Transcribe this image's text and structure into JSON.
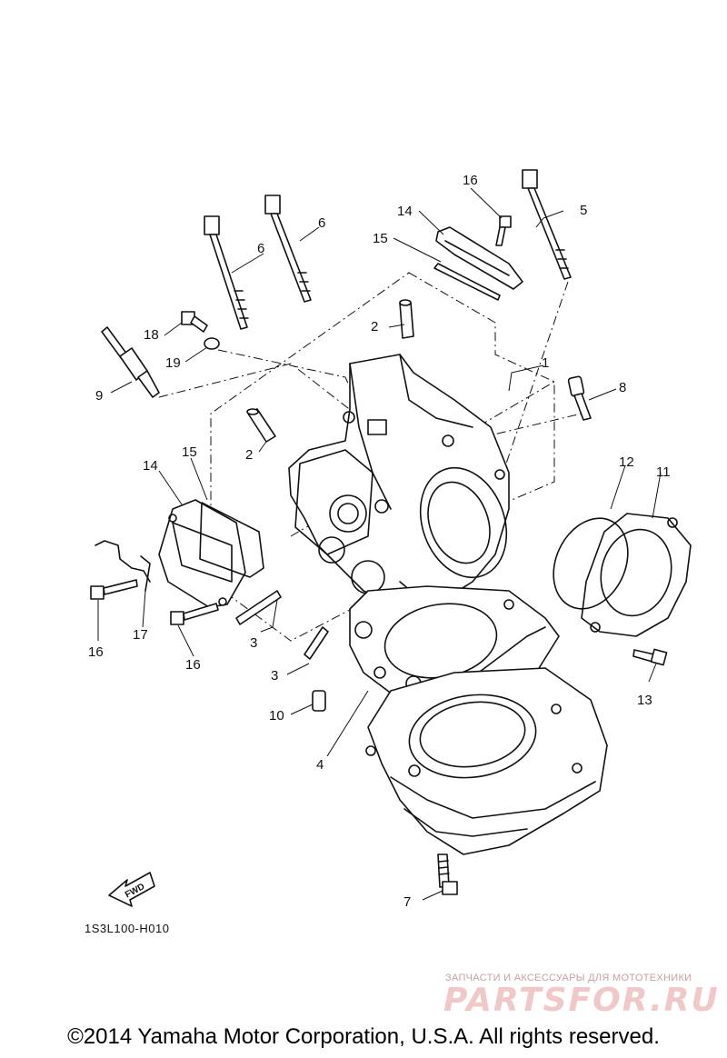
{
  "diagram": {
    "callouts": [
      {
        "id": "c1",
        "label": "1"
      },
      {
        "id": "c2a",
        "label": "2"
      },
      {
        "id": "c2b",
        "label": "2"
      },
      {
        "id": "c3a",
        "label": "3"
      },
      {
        "id": "c3b",
        "label": "3"
      },
      {
        "id": "c4",
        "label": "4"
      },
      {
        "id": "c5",
        "label": "5"
      },
      {
        "id": "c6a",
        "label": "6"
      },
      {
        "id": "c6b",
        "label": "6"
      },
      {
        "id": "c7",
        "label": "7"
      },
      {
        "id": "c8",
        "label": "8"
      },
      {
        "id": "c9",
        "label": "9"
      },
      {
        "id": "c10",
        "label": "10"
      },
      {
        "id": "c11",
        "label": "11"
      },
      {
        "id": "c12",
        "label": "12"
      },
      {
        "id": "c13",
        "label": "13"
      },
      {
        "id": "c14a",
        "label": "14"
      },
      {
        "id": "c14b",
        "label": "14"
      },
      {
        "id": "c15a",
        "label": "15"
      },
      {
        "id": "c15b",
        "label": "15"
      },
      {
        "id": "c16a",
        "label": "16"
      },
      {
        "id": "c16b",
        "label": "16"
      },
      {
        "id": "c16c",
        "label": "16"
      },
      {
        "id": "c17",
        "label": "17"
      },
      {
        "id": "c18",
        "label": "18"
      },
      {
        "id": "c19",
        "label": "19"
      }
    ],
    "fwd_label": "FWD",
    "code": "1S3L100-H010"
  },
  "watermark": {
    "tagline": "ЗАПЧАСТИ И АКСЕССУАРЫ ДЛЯ МОТОТЕХНИКИ",
    "logo": "PARTSFOR.RU"
  },
  "footer": {
    "copyright": "©2014 Yamaha Motor Corporation, U.S.A. All rights reserved."
  }
}
